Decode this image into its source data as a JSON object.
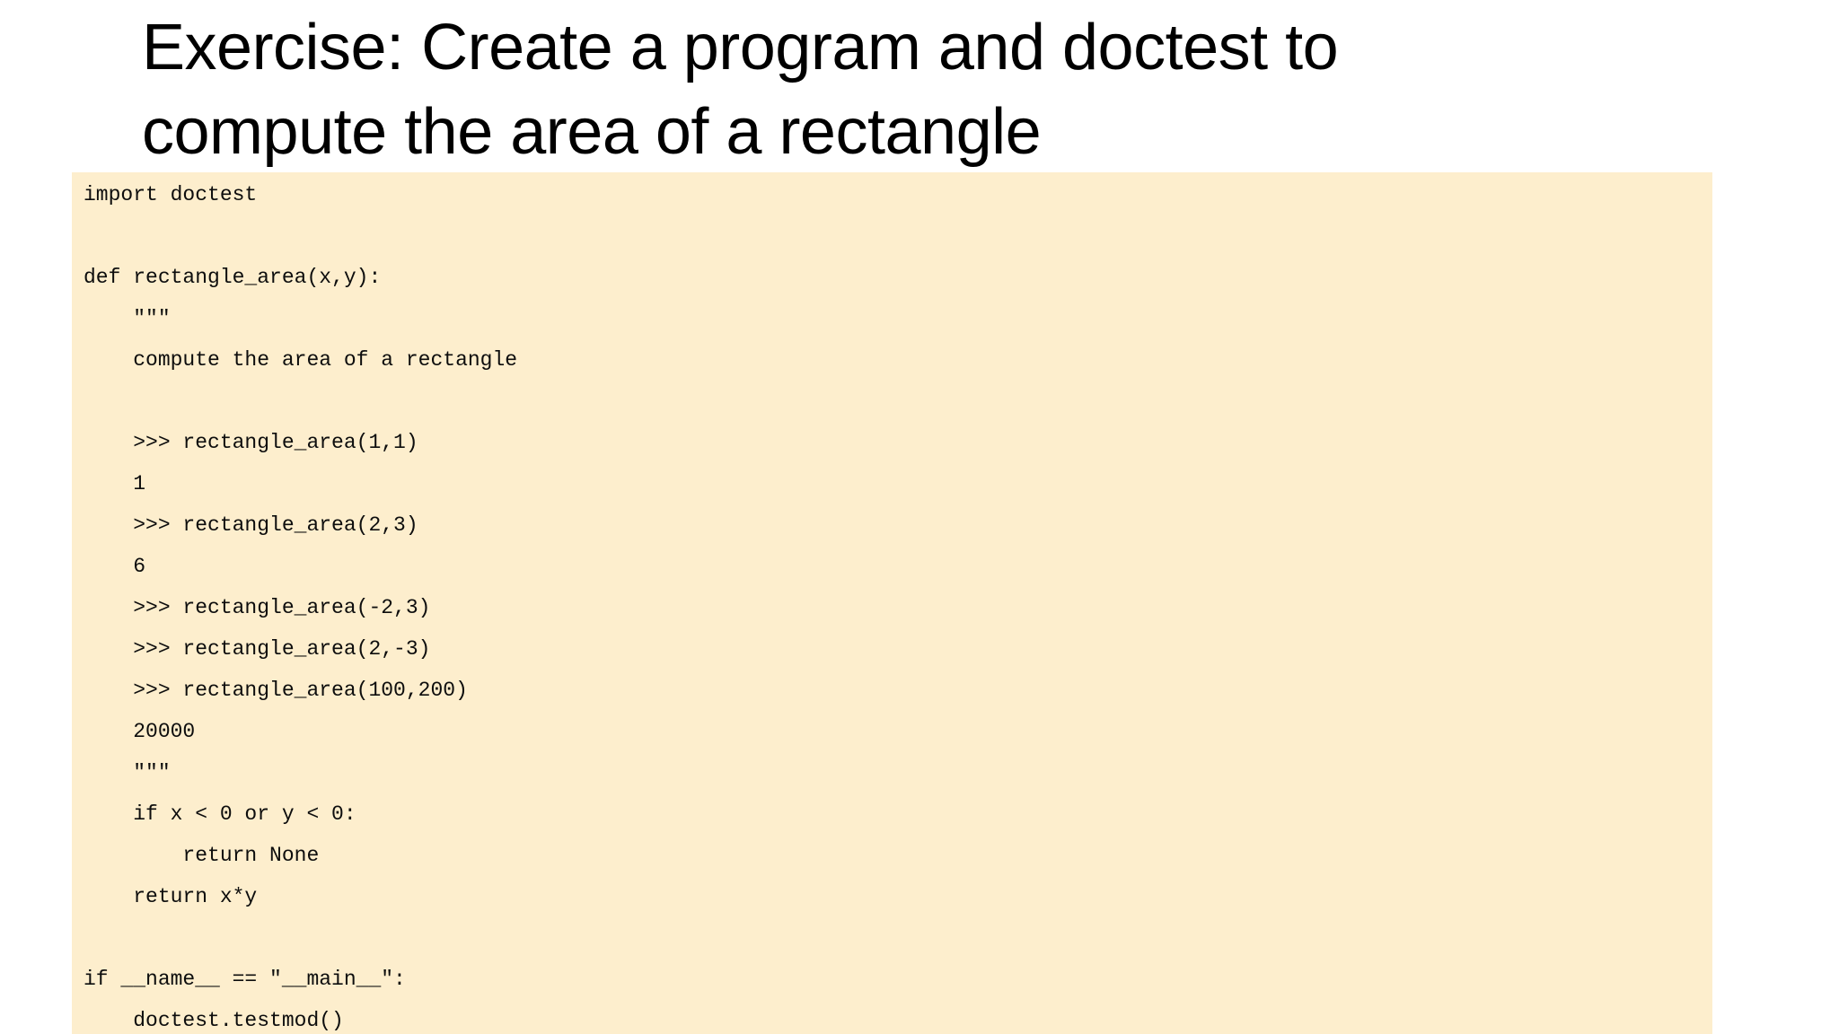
{
  "slide": {
    "title": "Exercise: Create a program and doctest to compute the area of a rectangle",
    "background_color": "#ffffff",
    "title_color": "#000000"
  },
  "code_block": {
    "language": "python",
    "background_color": "#fdeecd",
    "text_color": "#0d0d0d",
    "lines": [
      "import doctest",
      "",
      "def rectangle_area(x,y):",
      "    \"\"\"",
      "    compute the area of a rectangle",
      "",
      "    >>> rectangle_area(1,1)",
      "    1",
      "    >>> rectangle_area(2,3)",
      "    6",
      "    >>> rectangle_area(-2,3)",
      "    >>> rectangle_area(2,-3)",
      "    >>> rectangle_area(100,200)",
      "    20000",
      "    \"\"\"",
      "    if x < 0 or y < 0:",
      "        return None",
      "    return x*y",
      "",
      "if __name__ == \"__main__\":",
      "    doctest.testmod()"
    ]
  }
}
